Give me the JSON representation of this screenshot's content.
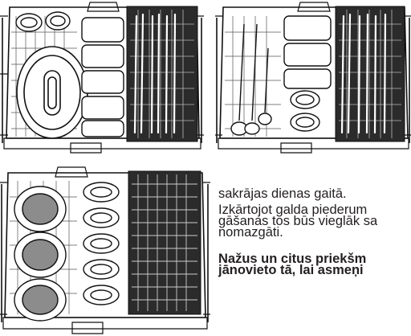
{
  "text": {
    "continued_line": "sakrājas dienas gaitā.",
    "arrange_lines": [
      "Izkārtojot galda piederum",
      "gāšanas tos būs vieglāk sa",
      "nomazgāti."
    ],
    "warning_lines": [
      "Nažus un citus priekšm",
      "jānovieto tā, lai asmeņi"
    ]
  },
  "figures": [
    {
      "name": "dishwasher-rack-cutlery-tray-with-tray-and-glasses",
      "icon": "dishwasher-basket-illustration"
    },
    {
      "name": "dishwasher-rack-cutlery-tray-with-ladles-and-cups",
      "icon": "dishwasher-basket-illustration"
    },
    {
      "name": "dishwasher-rack-cutlery-tray-with-plates-and-cups",
      "icon": "dishwasher-basket-illustration"
    }
  ]
}
